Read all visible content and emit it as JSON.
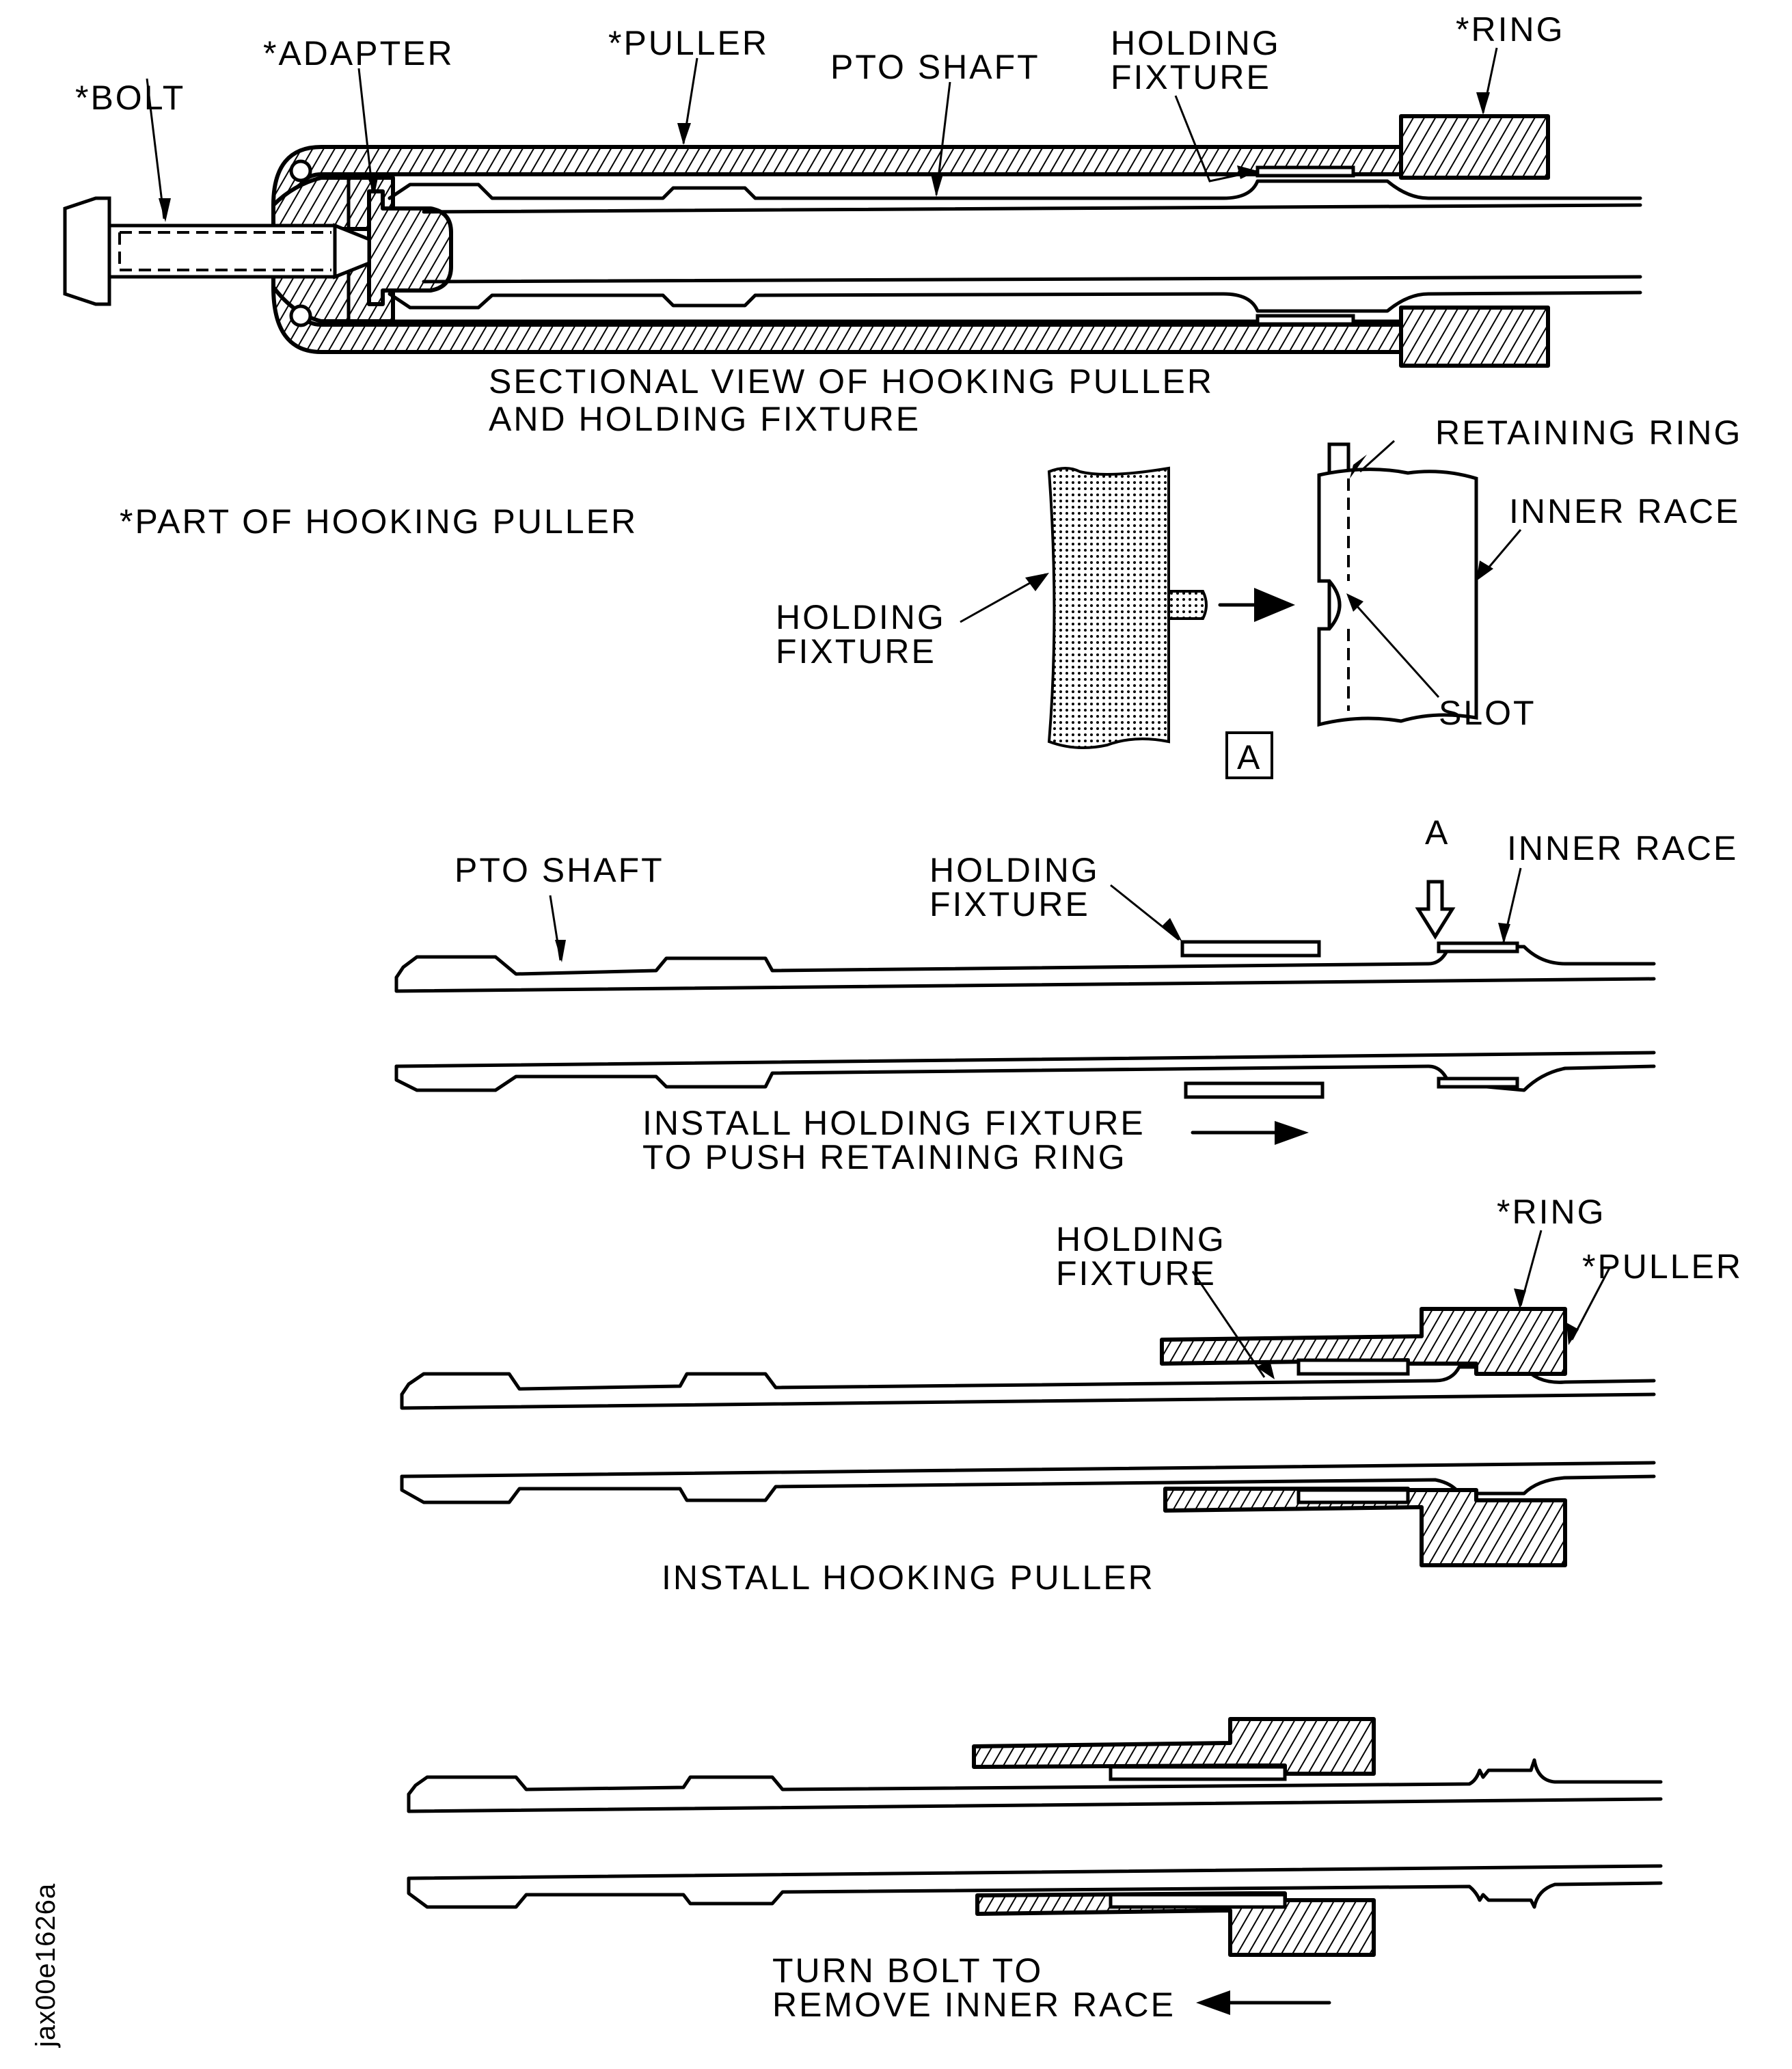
{
  "figure_id": "jax00e1626a",
  "footnote": "*PART OF HOOKING PULLER",
  "section_view": {
    "labels": {
      "bolt": "*BOLT",
      "adapter": "*ADAPTER",
      "puller": "*PULLER",
      "pto_shaft": "PTO SHAFT",
      "holding_fixture_line1": "HOLDING",
      "holding_fixture_line2": "FIXTURE",
      "ring": "*RING"
    },
    "caption_line1": "SECTIONAL VIEW OF HOOKING PULLER",
    "caption_line2": "AND HOLDING FIXTURE"
  },
  "detail_a": {
    "labels": {
      "retaining_ring": "RETAINING RING",
      "inner_race": "INNER RACE",
      "holding_fixture_line1": "HOLDING",
      "holding_fixture_line2": "FIXTURE",
      "slot": "SLOT"
    },
    "callout": "A"
  },
  "step1": {
    "labels": {
      "pto_shaft": "PTO SHAFT",
      "holding_fixture_line1": "HOLDING",
      "holding_fixture_line2": "FIXTURE",
      "view_a": "A",
      "inner_race": "INNER RACE"
    },
    "caption_line1": "INSTALL HOLDING FIXTURE",
    "caption_line2": "TO PUSH RETAINING RING",
    "direction": "right"
  },
  "step2": {
    "labels": {
      "holding_fixture_line1": "HOLDING",
      "holding_fixture_line2": "FIXTURE",
      "ring": "*RING",
      "puller": "*PULLER"
    },
    "caption": "INSTALL HOOKING PULLER"
  },
  "step3": {
    "caption_line1": "TURN BOLT TO",
    "caption_line2": "REMOVE INNER RACE",
    "direction": "left"
  }
}
